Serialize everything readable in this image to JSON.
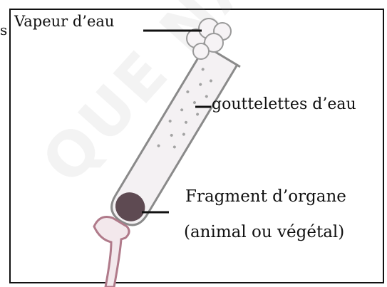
{
  "labels": {
    "vapeur": "Vapeur d’eau",
    "gouttelettes": "gouttelettes d’eau",
    "fragment_line1": "Fragment d’organe",
    "fragment_line2": "(animal ou végétal)"
  },
  "edge_fragment": "s",
  "watermark": "QUE NATIONA",
  "colors": {
    "ink": "#111111",
    "tube_outline": "#8a8a8a",
    "tube_fill": "#f4f1f3",
    "droplets": "#a3a3a3",
    "fragment": "#5e4a52",
    "clamp": "#b07a8a"
  }
}
